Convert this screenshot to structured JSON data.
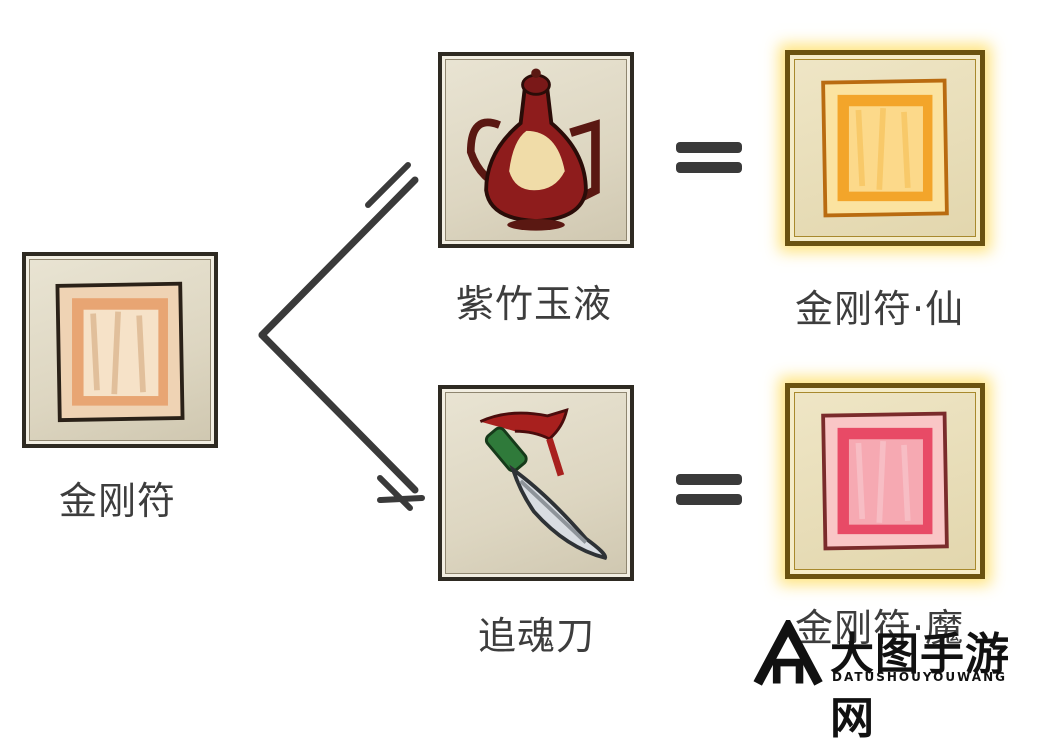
{
  "recipe": {
    "source": {
      "name": "金刚符",
      "icon": "talisman-icon"
    },
    "top_path": {
      "ingredient": {
        "name": "紫竹玉液",
        "icon": "wine-ewer-icon"
      },
      "equals": "=",
      "result": {
        "name": "金刚符·仙",
        "icon": "golden-talisman-icon"
      }
    },
    "bottom_path": {
      "ingredient": {
        "name": "追魂刀",
        "icon": "dagger-icon"
      },
      "equals": "=",
      "result": {
        "name": "金刚符·魔",
        "icon": "crimson-talisman-icon"
      }
    }
  },
  "watermark": {
    "title": "大图手游网",
    "subtitle": "DATUSHOUYOUWANG"
  },
  "colors": {
    "slot_border": "#2e2a22",
    "gold_glow": "#ffd63c",
    "label_text": "#3d3d3d"
  }
}
